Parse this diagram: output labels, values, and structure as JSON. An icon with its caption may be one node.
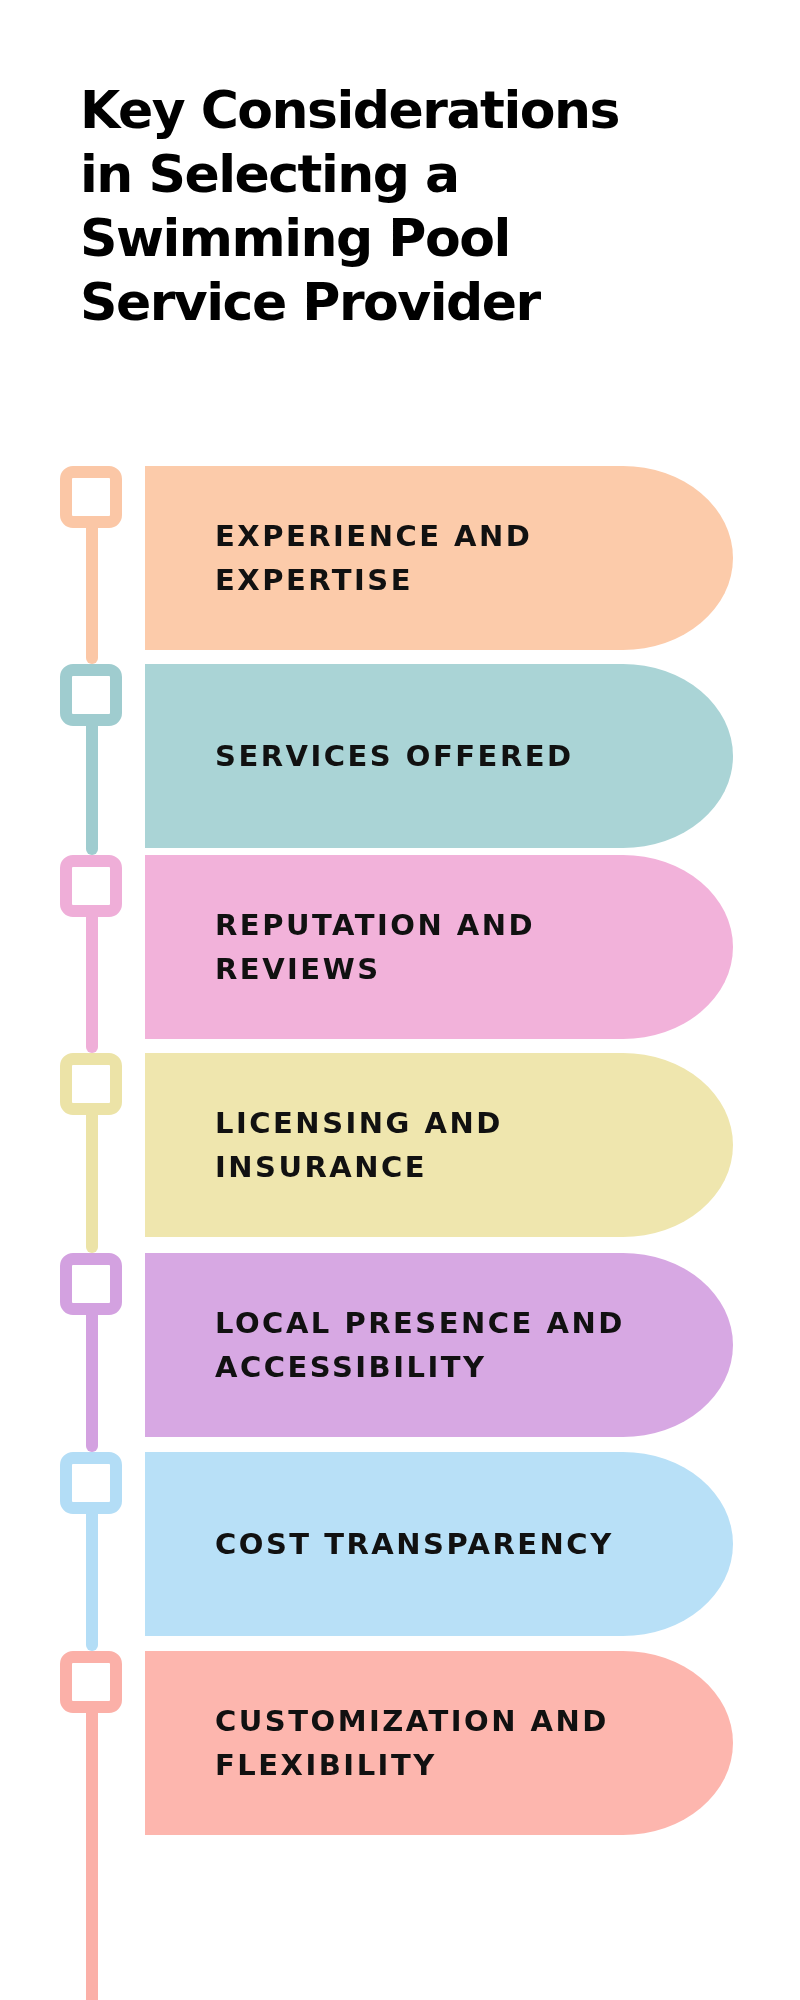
{
  "diagram": {
    "title": "Key Considerations in Selecting a Swimming Pool Service Provider",
    "nodes": [
      {
        "text": [
          "EXPERIENCE AND EXPERTISE"
        ]
      },
      {
        "text": [
          "SERVICES OFFERED"
        ]
      },
      {
        "text": [
          "REPUTATION AND REVIEWS"
        ]
      },
      {
        "text": [
          "LICENSING AND INSURANCE"
        ]
      },
      {
        "text": [
          "LOCAL PRESENCE AND ACCESSIBILITY"
        ]
      },
      {
        "text": [
          "COST TRANSPARENCY"
        ]
      },
      {
        "text": [
          "CUSTOMIZATION AND FLEXIBILITY"
        ]
      }
    ]
  }
}
